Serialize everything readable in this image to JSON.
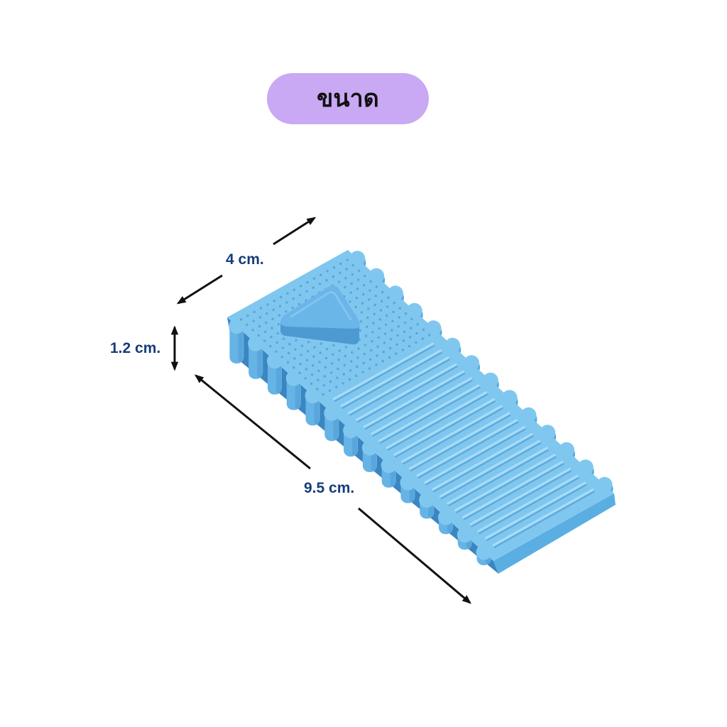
{
  "badge": {
    "label": "ขนาด",
    "color": "#c9a8f4"
  },
  "dimensions": {
    "width": "4 cm.",
    "height": "1.2 cm.",
    "length": "9.5 cm."
  },
  "colors": {
    "label_text": "#163d7a",
    "arrow": "#111111",
    "product_top": "#80c7ef",
    "product_side": "#3a86c0",
    "product_column": "#66b3e6",
    "product_ridge_light": "#a9ddf7",
    "product_ridge_dark": "#5ea9dc",
    "product_knob": "#6bb6e9"
  }
}
